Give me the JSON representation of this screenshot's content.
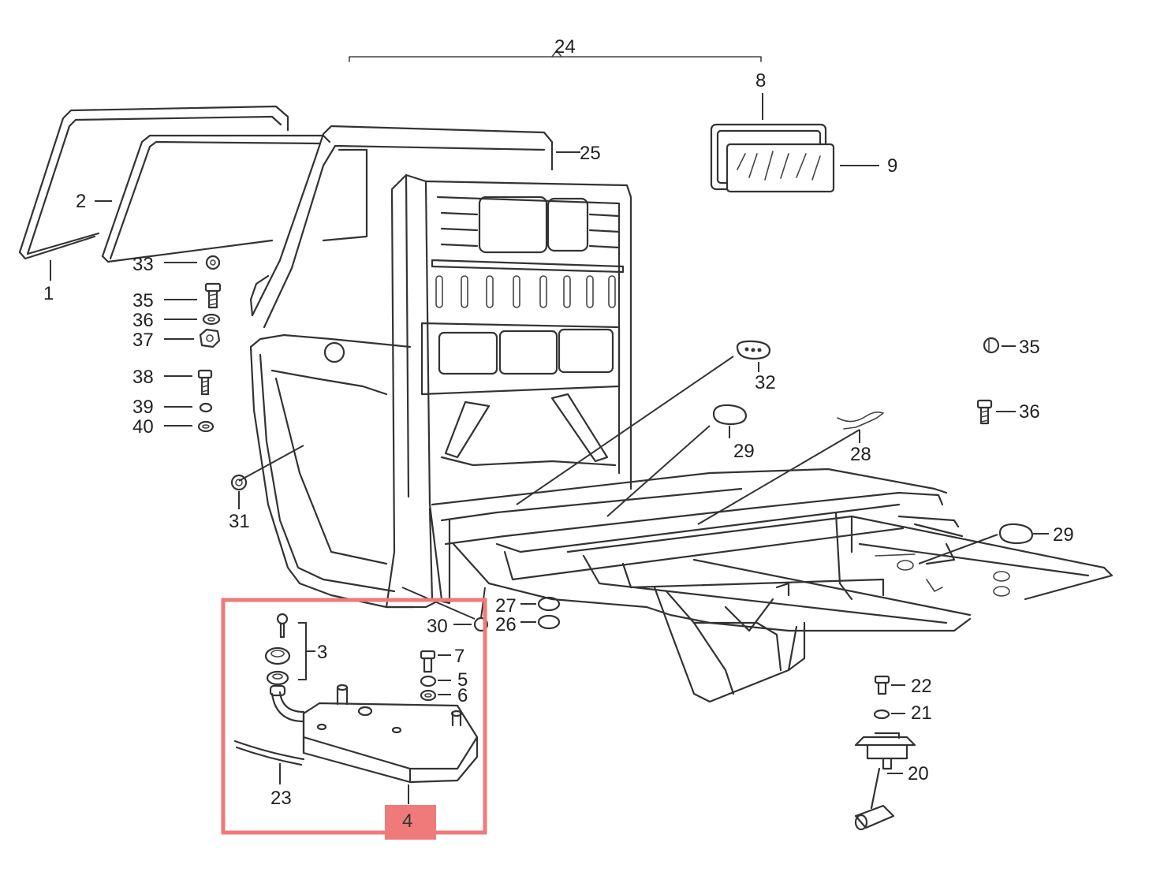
{
  "labels": {
    "p1": "1",
    "p2": "2",
    "p3": "3",
    "p4": "4",
    "p5": "5",
    "p6": "6",
    "p7": "7",
    "p8": "8",
    "p9": "9",
    "p20": "20",
    "p21": "21",
    "p22": "22",
    "p23": "23",
    "p24": "24",
    "p25": "25",
    "p26": "26",
    "p27": "27",
    "p28": "28",
    "p29a": "29",
    "p29b": "29",
    "p30": "30",
    "p31": "31",
    "p32": "32",
    "p33": "33",
    "p35a": "35",
    "p35b": "35",
    "p36a": "36",
    "p36b": "36",
    "p37": "37",
    "p38": "38",
    "p39": "39",
    "p40": "40"
  },
  "highlight": {
    "label": "4",
    "color": "#f07a7a"
  }
}
